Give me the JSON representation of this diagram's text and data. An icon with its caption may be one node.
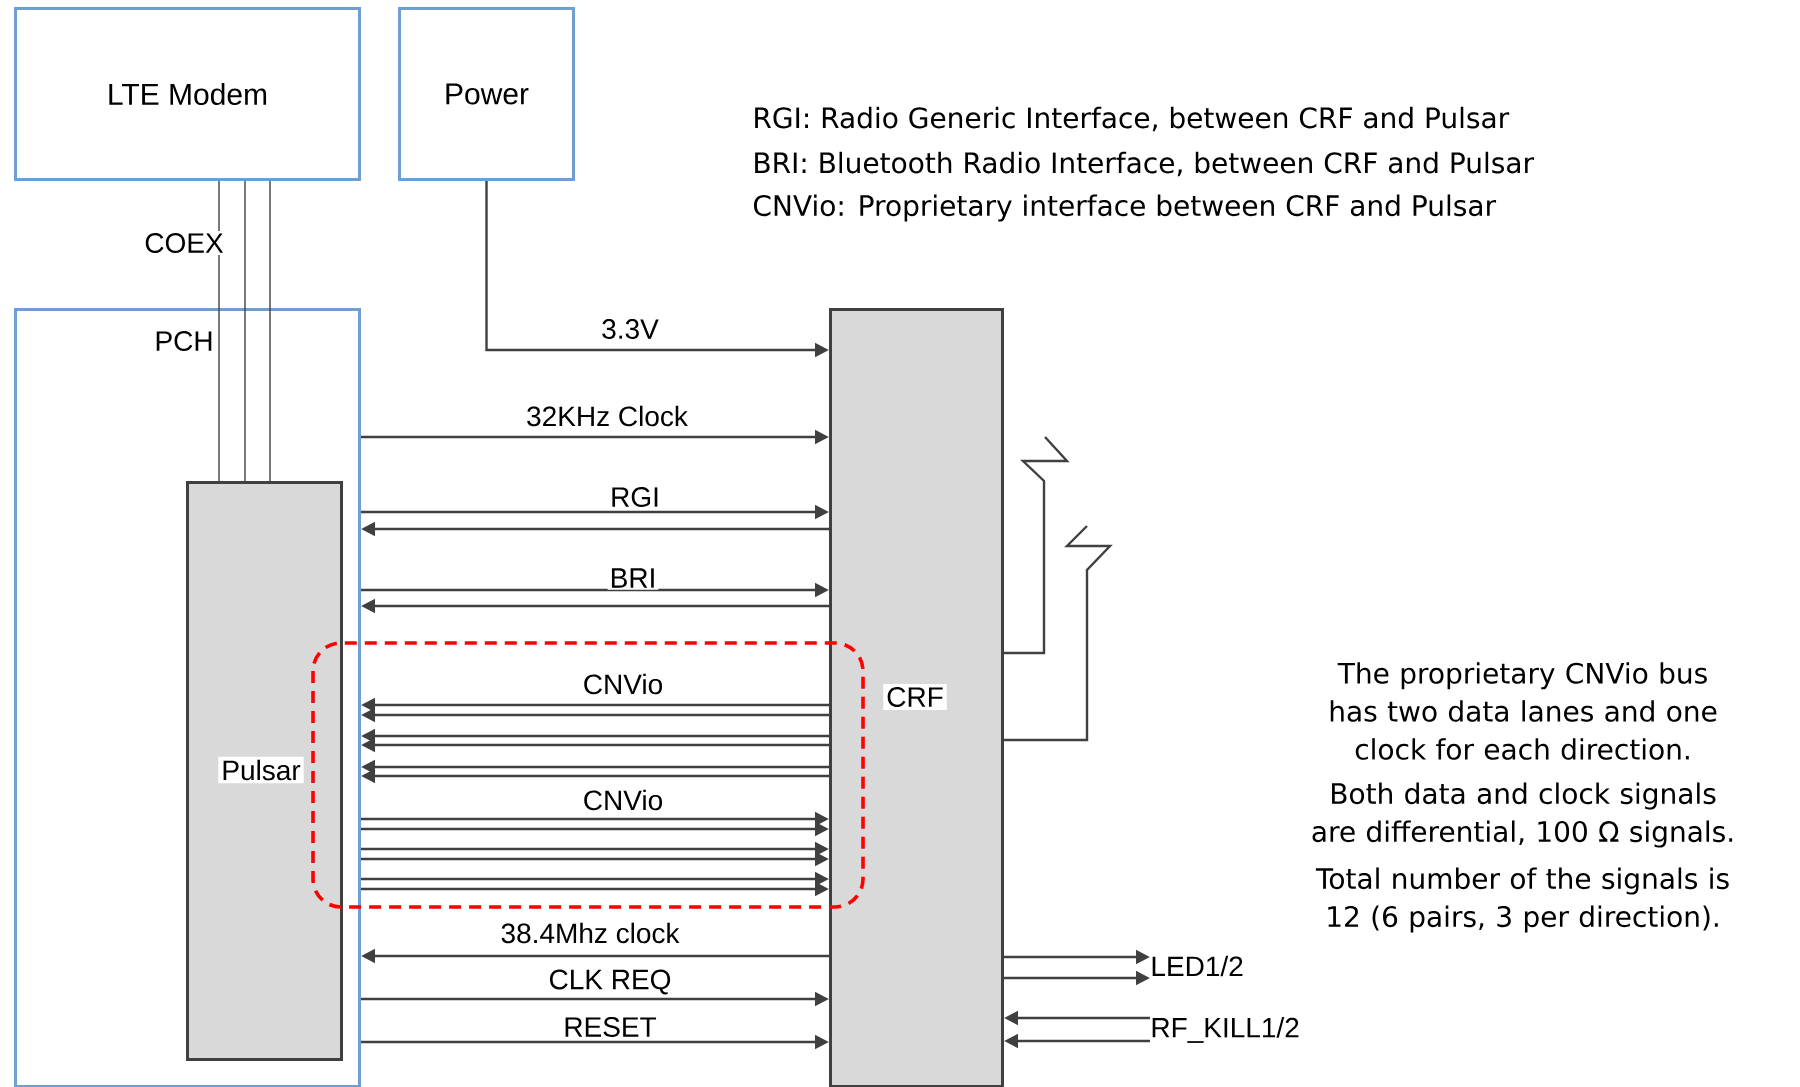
{
  "diagram": {
    "nodes": [
      {
        "text": [
          "LTE Modem"
        ]
      },
      {
        "text": [
          "Power"
        ]
      },
      {
        "text": [
          "PCH"
        ]
      },
      {
        "text": [
          "Pulsar"
        ],
        "in": 2
      },
      {
        "text": [
          "CRF"
        ]
      },
      {
        "text": [
          "LED1/2"
        ]
      },
      {
        "text": [
          "RF_KILL1/2"
        ]
      }
    ],
    "edges": [
      {
        "from": 0,
        "to": 3,
        "arrow": "none",
        "label": "COEX"
      },
      {
        "from": 0,
        "to": 3,
        "arrow": "none"
      },
      {
        "from": 0,
        "to": 3,
        "arrow": "none"
      },
      {
        "from": 1,
        "to": 4,
        "arrow": "to",
        "label": "3.3V"
      },
      {
        "from": 2,
        "to": 4,
        "arrow": "to",
        "label": "32KHz Clock"
      },
      {
        "from": 2,
        "to": 4,
        "arrow": "to",
        "label": "RGI"
      },
      {
        "from": 4,
        "to": 2,
        "arrow": "to"
      },
      {
        "from": 2,
        "to": 4,
        "arrow": "to",
        "label": "BRI"
      },
      {
        "from": 4,
        "to": 2,
        "arrow": "to"
      },
      {
        "from": 4,
        "to": 2,
        "arrow": "to",
        "label": "CNVio"
      },
      {
        "from": 4,
        "to": 2,
        "arrow": "to"
      },
      {
        "from": 4,
        "to": 2,
        "arrow": "to"
      },
      {
        "from": 4,
        "to": 2,
        "arrow": "to"
      },
      {
        "from": 4,
        "to": 2,
        "arrow": "to"
      },
      {
        "from": 4,
        "to": 2,
        "arrow": "to"
      },
      {
        "from": 2,
        "to": 4,
        "arrow": "to",
        "label": "CNVio"
      },
      {
        "from": 2,
        "to": 4,
        "arrow": "to"
      },
      {
        "from": 2,
        "to": 4,
        "arrow": "to"
      },
      {
        "from": 2,
        "to": 4,
        "arrow": "to"
      },
      {
        "from": 2,
        "to": 4,
        "arrow": "to"
      },
      {
        "from": 2,
        "to": 4,
        "arrow": "to"
      },
      {
        "from": 4,
        "to": 2,
        "arrow": "to",
        "label": "38.4Mhz clock"
      },
      {
        "from": 2,
        "to": 4,
        "arrow": "to",
        "label": "CLK REQ"
      },
      {
        "from": 2,
        "to": 4,
        "arrow": "to",
        "label": "RESET"
      },
      {
        "from": 4,
        "to": 5,
        "arrow": "to"
      },
      {
        "from": 4,
        "to": 5,
        "arrow": "to"
      },
      {
        "from": 6,
        "to": 4,
        "arrow": "to"
      },
      {
        "from": 6,
        "to": 4,
        "arrow": "to"
      }
    ],
    "labels": [
      "RGI: Radio Generic Interface, between CRF and Pulsar",
      "BRI: Bluetooth Radio Interface, between CRF and Pulsar",
      "CNVio: Proprietary interface between CRF and Pulsar",
      "The proprietary CNVio bus has two data lanes and one clock for each direction.",
      "Both data and clock signals are differential, 100 Ω signals.",
      "Total number of the signals is 12 (6 pairs, 3 per direction)."
    ]
  }
}
